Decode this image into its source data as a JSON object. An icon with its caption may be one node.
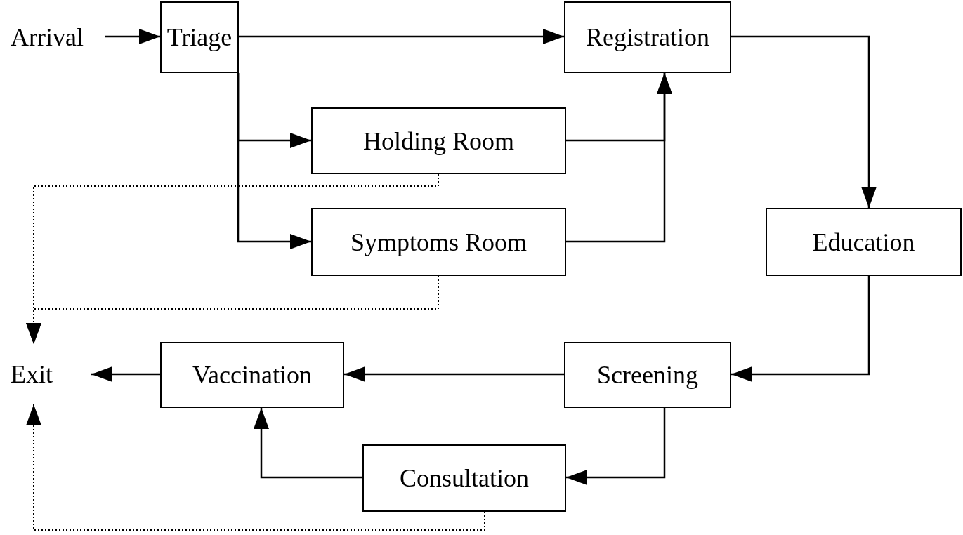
{
  "diagram": {
    "nodes": [
      {
        "text": [
          "Arrival"
        ]
      },
      {
        "text": [
          "Triage"
        ]
      },
      {
        "text": [
          "Registration"
        ]
      },
      {
        "text": [
          "Holding Room"
        ]
      },
      {
        "text": [
          "Symptoms Room"
        ]
      },
      {
        "text": [
          "Education"
        ]
      },
      {
        "text": [
          "Exit"
        ]
      },
      {
        "text": [
          "Vaccination"
        ]
      },
      {
        "text": [
          "Screening"
        ]
      },
      {
        "text": [
          "Consultation"
        ]
      }
    ],
    "edges": [
      {
        "from": 0,
        "to": 1,
        "arrow": "to"
      },
      {
        "from": 1,
        "to": 2,
        "arrow": "to"
      },
      {
        "from": 1,
        "to": 3,
        "arrow": "to"
      },
      {
        "from": 1,
        "to": 4,
        "arrow": "to"
      },
      {
        "from": 3,
        "to": 2,
        "arrow": "to"
      },
      {
        "from": 4,
        "to": 2,
        "arrow": "to"
      },
      {
        "from": 2,
        "to": 5,
        "arrow": "to"
      },
      {
        "from": 5,
        "to": 8,
        "arrow": "to"
      },
      {
        "from": 8,
        "to": 7,
        "arrow": "to"
      },
      {
        "from": 7,
        "to": 6,
        "arrow": "to"
      },
      {
        "from": 8,
        "to": 9,
        "arrow": "to"
      },
      {
        "from": 9,
        "to": 7,
        "arrow": "to"
      },
      {
        "from": 3,
        "to": 6,
        "arrow": "to",
        "style": "dashed"
      },
      {
        "from": 4,
        "to": 6,
        "arrow": "to",
        "style": "dashed"
      },
      {
        "from": 9,
        "to": 6,
        "arrow": "to",
        "style": "dashed"
      }
    ]
  }
}
